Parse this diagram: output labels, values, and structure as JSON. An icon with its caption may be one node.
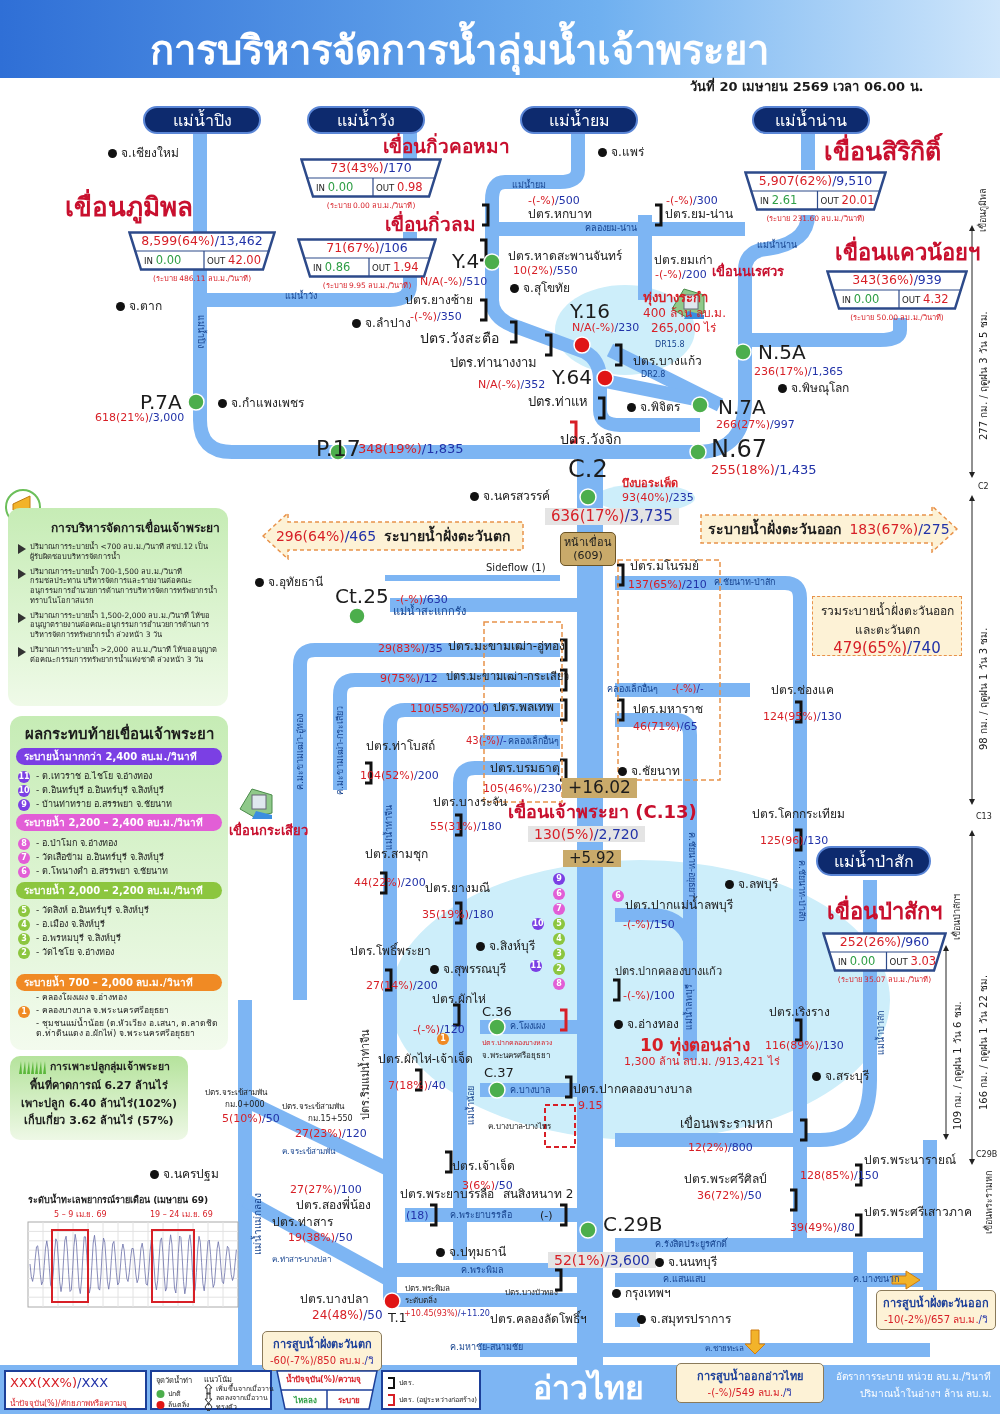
{
  "diagram": {
    "title": "การบริหารจัดการน้ำลุ่มน้ำเจ้าพระยา",
    "nodes": [
      {
        "text": [
          "แม่น้ำปิง"
        ]
      },
      {
        "text": [
          "แม่น้ำวัง"
        ]
      },
      {
        "text": [
          "แม่น้ำยม"
        ]
      },
      {
        "text": [
          "แม่น้ำน่าน"
        ]
      },
      {
        "text": [
          "แม่น้ำป่าสัก"
        ]
      },
      {
        "text": [
          "เขื่อนภูมิพล",
          "8,599(64%)/13,462",
          "IN 0.00",
          "OUT 42.00",
          "(ระบาย 486.11 ลบ.ม./วินาที)"
        ]
      },
      {
        "text": [
          "เขื่อนกิ่วคอหมา",
          "73(43%)/170",
          "IN 0.00",
          "OUT 0.98",
          "(ระบาย 0.00 ลบ.ม./วินาที)"
        ]
      },
      {
        "text": [
          "เขื่อนกิ่วลม",
          "71(67%)/106",
          "IN 0.86",
          "OUT 1.94",
          "(ระบาย 9.95 ลบ.ม./วินาที)"
        ]
      },
      {
        "text": [
          "เขื่อนสิริกิติ์",
          "5,907(62%)/9,510",
          "IN 2.61",
          "OUT 20.01",
          "(ระบาย 231.60 ลบ.ม./วินาที)"
        ]
      },
      {
        "text": [
          "เขื่อนแควน้อยฯ",
          "343(36%)/939",
          "IN 0.00",
          "OUT 4.32",
          "(ระบาย 50.00 ลบ.ม./วินาที)"
        ]
      },
      {
        "text": [
          "เขื่อนป่าสักฯ",
          "252(26%)/960",
          "IN 0.00",
          "OUT 3.03",
          "(ระบาย 35.07 ลบ.ม./วินาที)"
        ]
      },
      {
        "text": [
          "296(64%)/465",
          "ระบายน้ำฝั่งตะวันตก"
        ]
      },
      {
        "text": [
          "ระบายน้ำฝั่งตะวันออก",
          "183(67%)/275"
        ]
      },
      {
        "text": [
          "รวมระบายน้ำฝั่งตะวันออกและตะวันตก",
          "479(65%)/740"
        ]
      },
      {
        "text": [
          "หน้าเขื่อน",
          "(609)"
        ]
      },
      {
        "text": [
          "การบริหารจัดการเขื่อนเจ้าพระยา",
          "ปริมาณการระบายน้ำ <700 ลบ.ม./วินาที สชป.12 เป็นผู้รับผิดชอบบริหารจัดการน้ำ",
          "ปริมาณการระบายน้ำ 700-1,500 ลบ.ม./วินาที กรมชลประทาน บริหารจัดการและรายงานต่อคณะอนุกรรมการอำนวยการด้านการบริหารจัดการทรัพยากรน้ำ ทราบในโอกาสแรก",
          "ปริมาณการระบายน้ำ 1,500-2,000 ลบ.ม./วินาที ให้ขออนุญาตรายงานต่อคณะอนุกรรมการอำนวยการด้านการบริหารจัดการทรัพยากรน้ำ ล่วงหน้า 3 วัน",
          "ปริมาณการระบายน้ำ >2,000 ลบ.ม./วินาที ให้ขออนุญาตต่อคณะกรรมการทรัพยากรน้ำแห่งชาติ ล่วงหน้า 3 วัน"
        ]
      },
      {
        "text": [
          "ผลกระทบท้ายเขื่อนเจ้าพระยา"
        ]
      },
      {
        "text": [
          "ระบายน้ำมากกว่า 2,400 ลบ.ม./วินาที"
        ],
        "in": 16
      },
      {
        "text": [
          "ระบายน้ำ 2,200 – 2,400 ลบ.ม./วินาที"
        ],
        "in": 16
      },
      {
        "text": [
          "ระบายน้ำ 2,000 – 2,200 ลบ.ม./วินาที"
        ],
        "in": 16
      },
      {
        "text": [
          "ระบายน้ำ 700 – 2,000 ลบ.ม./วินาที"
        ],
        "in": 16
      },
      {
        "text": [
          "การเพาะปลูกลุ่มเจ้าพระยา",
          "พื้นที่คาดการณ์ 6.27 ล้านไร่",
          "เพาะปลูก 6.40 ล้านไร่(102%)",
          "เก็บเกี่ยว 3.62 ล้านไร่ (57%)"
        ]
      },
      {
        "text": [
          "การสูบน้ำฝั่งตะวันตก",
          "-60(-7%)/850 ลบ.ม./วิ"
        ]
      },
      {
        "text": [
          "การสูบน้ำฝั่งตะวันออก",
          "-10(-2%)/657 ลบ.ม./วิ"
        ]
      },
      {
        "text": [
          "การสูบน้ำออกอ่าวไทย",
          "-(-%)/549 ลบ.ม./วิ"
        ]
      },
      {
        "text": [
          "XXX(XX%)/XXX",
          "น้ำปัจจุบัน(%)/ศักยภาพหรือความจุ"
        ]
      },
      {
        "text": [
          "จุดวัดน้ำท่า",
          "แนวโน้ม"
        ]
      },
      {
        "text": [
          "น้ำปัจจุบัน(%)/ความจุ",
          "ไหลลง",
          "ระบาย"
        ]
      },
      {
        "text": [],
        "shape": "box"
      }
    ],
    "labels": [
      "จ.เชียงใหม่",
      "แม่น้ำวัง",
      "จ.ตาก",
      "แม่น้ำปิง",
      "จ.ลำปาง",
      "P.7A",
      "618(21%)/3,000",
      "จ.กำแพงเพชร",
      "P.17",
      "348(19%)/1,835",
      "Y.4",
      "N/A(-%)/510",
      "ปตร.ยางซ้าย",
      "-(-%)/350",
      "ปตร.วังสะตือ",
      "ปตร.ท่านางงาม",
      "N/A(-%)/352",
      "แม่น้ำยม",
      "จ.แพร่",
      "-(-%)/500",
      "ปตร.หกบาท",
      "คลองยม-น่าน",
      "-(-%)/300",
      "ปตร.ยม-น่าน",
      "ปตร.หาดสะพานจันทร์",
      "10(2%)/550",
      "จ.สุโขทัย",
      "ปตร.ยมเก่า",
      "-(-%)/200",
      "Y.16",
      "N/A(-%)/230",
      "ทุ่งบางระกำ",
      "400 ล้าน ลบ.ม.",
      "265,000 ไร่",
      "เขื่อนนเรศวร",
      "DR15.8",
      "ปตร.บางแก้ว",
      "DR2.8",
      "Y.64",
      "ปตร.ท่าแห",
      "จ.พิจิตร",
      "ปตร.วังจิก",
      "แม่น้ำน่าน",
      "N.5A",
      "236(17%)/1,365",
      "จ.พิษณุโลก",
      "N.7A",
      "266(27%)/997",
      "N.67",
      "255(18%)/1,435",
      "C.2",
      "จ.นครสวรรค์",
      "บึงบอระเพ็ด",
      "93(40%)/235",
      "636(17%)/3,735",
      "Sideflow (1)",
      "จ.อุทัยธานี",
      "Ct.25",
      "-(-%)/630",
      "แม่น้ำสะแกกรัง",
      "ปตร.มโนรมย์",
      "137(65%)/210",
      "ค.ชัยนาท-ป่าสัก",
      "29(83%)/35",
      "ปตร.มะขามเฒ่า-อู่ทอง",
      "9(75%)/12",
      "ปตร.มะขามเฒ่า-กระเสียว",
      "110(55%)/200",
      "ปตร.พลเทพ",
      "คลองเล็กอื่นๆ",
      "-(-%)/-",
      "ปตร.มหาราช",
      "46(71%)/65",
      "ปตร.ช่องแค",
      "124(95%)/130",
      "43(-%)/-",
      "คลองเล็กอื่นๆ",
      "ปตร.บรมธาตุ",
      "105(46%)/230",
      "จ.ชัยนาท",
      "ปตร.ท่าโบสถ์",
      "104(52%)/200",
      "ค.มะขามเฒ่า-อู่ทอง",
      "ค.มะขามเฒ่า-กระเสียว",
      "แม่น้ำท่าจีน",
      "เขื่อนกระเสียว",
      "ปตร.บางระจัน",
      "55(31%)/180",
      "ปตร.สามชุก",
      "44(22%)/200",
      "ปตร.ยางมณี",
      "35(19%)/180",
      "ค.ชัยนาท-อยุธยา",
      "ปตร.โคกกระเทียม",
      "125(96)/130",
      "ค.ชัยนาท-ป่าสัก",
      "จ.ลพบุรี",
      "ปตร.ปากแม่น้ำลพบุรี",
      "-(-%)/150",
      "ปตร.โพธิ์พระยา",
      "จ.สิงห์บุรี",
      "27(14%)/200",
      "จ.สุพรรณบุรี",
      "ปตร.ผักไห่",
      "C.36",
      "-(-%)/120",
      "ค.โผงเผง",
      "ปตร.ปากคลองบางหลวง",
      "จ.พระนครศรีอยุธยา",
      "ปตร.ผักไห่-เจ้าเจ็ด",
      "7(18%)/40",
      "ปตร.ริมแม่น้ำท่าจีน",
      "C.37",
      "ค.บางบาล",
      "ปตร.ปากคลองบางบาล",
      "9.15",
      "ค.บางบาล-บางไทร",
      "แม่น้ำน้อย",
      "จ.อ่างทอง",
      "ปตร.ปากคลองบางแก้ว",
      "-(-%)/100",
      "แม่น้ำลพบุรี",
      "10 ทุ่งตอนล่าง",
      "1,300 ล้าน ลบ.ม. /913,421 ไร่",
      "ปตร.เริงราง",
      "116(89%)/130",
      "จ.สระบุรี",
      "แม่น้ำป่าสัก",
      "เขื่อนพระรามหก",
      "12(2%)/800",
      "ปตร.พระนารายณ์",
      "ปตร.พระศรีศิลป์",
      "128(85%)/150",
      "36(72%)/50",
      "ปตร.พระศรีเสาวภาค",
      "39(49%)/80",
      "ปตร.เจ้าเจ็ด",
      "3(6%)/50",
      "ปตร.พระยาบรรลือ",
      "สนสิงหนาท 2",
      "(18)",
      "ค.พระยาบรรลือ",
      "(-)",
      "C.29B",
      "ค.รังสิตประยูรศักดิ์",
      "52(1%)/3,600",
      "จ.ปทุมธานี",
      "จ.นนทบุรี",
      "ค.พระพิมล",
      "ค.แสนแสบ",
      "ค.บางขนาก",
      "ปตร.บางบัวทอง",
      "กรุงเทพฯ",
      "ปตร.พระพิมล",
      "ระดับตลิ่ง",
      "+10.45(93%)/+11.20",
      "T.1",
      "ปตร.บางปลา",
      "24(48%)/50",
      "ปตร.คลองลัดโพธิ์ฯ",
      "จ.สมุทรปราการ",
      "ค.ชายทะเล",
      "ค.มหาชัย-สนามชัย",
      "อ่าวไทย",
      "อัตราการระบาย หน่วย ลบ.ม./วินาที",
      "ปริมาณน้ำในอ่างฯ ล้าน ลบ.ม.",
      "แม่น้ำแม่กลอง",
      "จ.นครปฐม",
      "ปตร.จระเข้สามพัน",
      "กม.0+000",
      "5(10%)/50",
      "ปตร.จระเข้สามพัน",
      "กม.15+550",
      "27(23%)/120",
      "ค.จระเข้สามพัน",
      "27(27%)/100",
      "ปตร.สองพี่น้อง",
      "ปตร.ท่าสาร",
      "19(38%)/50",
      "ค.ท่าสาร-บางปลา",
      "ระดับน้ำทะเลพยากรณ์รายเดือน (เมษายน 69)",
      "5 – 9 เม.ย. 69",
      "19 – 24 เม.ย. 69",
      "เขื่อนภูมิพล",
      "277 กม. / ฤดูฝน 3 วัน 5 ชม.",
      "C2",
      "98 กม. / ฤดูฝน 1 วัน 3 ชม.",
      "C13",
      "เขื่อนป่าสักฯ",
      "109 กม. / ฤดูฝน 1 วัน 6 ชม.",
      "166 กม. / ฤดูฝน 1 วัน 22 ชม.",
      "เขื่อนพระรามหก",
      "C29B",
      "เขื่อนเจ้าพระยา (C.13)",
      "+16.02",
      "130(5%)/2,720",
      "+5.92",
      "วันที่ 20 เมษายน 2569 เวลา 06.00 น.",
      "9",
      "6",
      "7",
      "10",
      "5",
      "4",
      "11",
      "3",
      "2",
      "8",
      "6",
      "1",
      "11",
      "- ต.เทวราช อ.ไชโย จ.อ่างทอง",
      "10",
      "- ต.อินทร์บุรี อ.อินทร์บุรี จ.สิงห์บุรี",
      "9",
      "- บ้านท่าทราย อ.สรรพยา จ.ชัยนาท",
      "8",
      "- อ.ป่าโมก จ.อ่างทอง",
      "7",
      "- วัดเสือข้าม อ.อินทร์บุรี จ.สิงห์บุรี",
      "6",
      "- ต.โพนางดำ อ.สรรพยา จ.ชัยนาท",
      "5",
      "- วัดสิงห์ อ.อินทร์บุรี จ.สิงห์บุรี",
      "4",
      "- อ.เมือง จ.สิงห์บุรี",
      "3",
      "- อ.พรหมบุรี จ.สิงห์บุรี",
      "2",
      "- วัดไชโย จ.อ่างทอง",
      "- คลองโผงเผง จ.อ่างทอง",
      "1",
      "- คลองบางบาล จ.พระนครศรีอยุธยา",
      "- ชุมชนแม่น้ำน้อย (ต.หัวเวียง อ.เสนา, ต.ลาดชิด ต.ท่าดินแดง อ.ผักไห่) จ.พระนครศรีอยุธยา"
    ],
    "legend": [
      {
        "text": "ปกติ"
      },
      {
        "text": "ล้นตลิ่ง"
      },
      {
        "text": "เพิ่มขึ้นจากเมื่อวาน"
      },
      {
        "text": "ลดลงจากเมื่อวาน"
      },
      {
        "text": "ทรงตัว"
      },
      {
        "text": "ปตร."
      },
      {
        "text": "ปตร. (อยู่ระหว่างก่อสร้าง)"
      }
    ]
  }
}
